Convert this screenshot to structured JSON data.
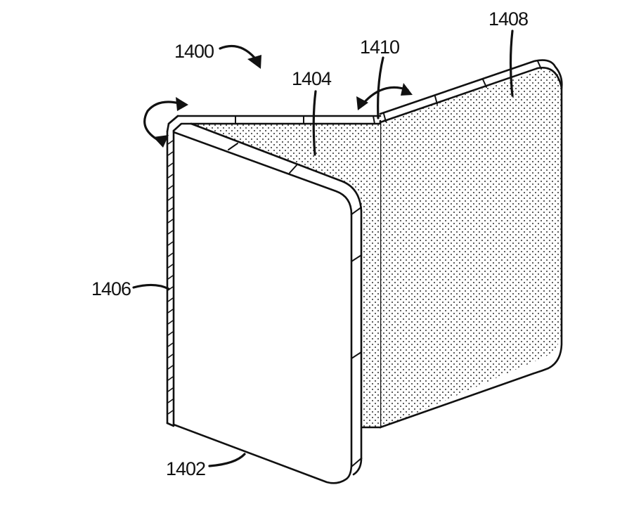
{
  "figure": {
    "title": "Foldable tri-panel computing device, perspective view",
    "colors": {
      "line": "#111111",
      "background": "#ffffff",
      "stipple_dot": "#333333"
    },
    "reference_labels": [
      {
        "id": "1400",
        "text": "1400",
        "refers_to": "device-assembly"
      },
      {
        "id": "1402",
        "text": "1402",
        "refers_to": "front-panel-bottom-edge"
      },
      {
        "id": "1404",
        "text": "1404",
        "refers_to": "middle-panel"
      },
      {
        "id": "1406",
        "text": "1406",
        "refers_to": "left-hinge-edge"
      },
      {
        "id": "1408",
        "text": "1408",
        "refers_to": "right-panel"
      },
      {
        "id": "1410",
        "text": "1410",
        "refers_to": "right-hinge"
      }
    ],
    "rotation_indicators": [
      {
        "id": "left-hinge-rotation",
        "type": "double-headed-curved-arrow"
      },
      {
        "id": "right-hinge-rotation",
        "type": "double-headed-curved-arrow"
      }
    ]
  }
}
